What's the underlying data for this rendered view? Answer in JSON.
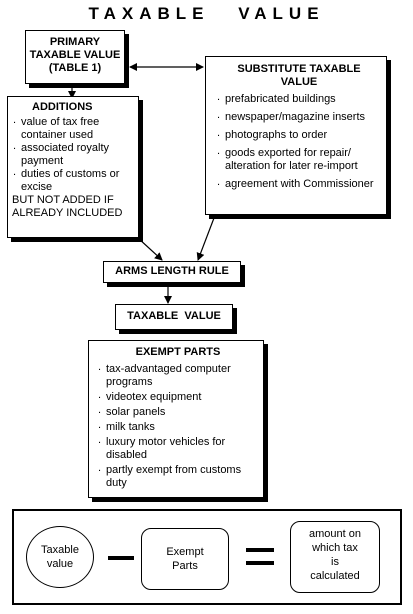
{
  "title": "TAXABLE   VALUE",
  "primary": {
    "line1": "PRIMARY",
    "line2": "TAXABLE VALUE",
    "line3": "(TABLE 1)"
  },
  "substitute": {
    "heading1": "SUBSTITUTE TAXABLE",
    "heading2": "VALUE",
    "items": [
      "prefabricated buildings",
      "newspaper/magazine inserts",
      "photographs to order",
      "goods exported for repair/ alteration for later re-import",
      "agreement with Commissioner"
    ]
  },
  "additions": {
    "heading": "ADDITIONS",
    "items": [
      "value of tax free container used",
      "associated royalty payment",
      "duties of customs or excise"
    ],
    "note_line1": "BUT NOT ADDED IF",
    "note_line2": "ALREADY INCLUDED"
  },
  "arms_length": "ARMS LENGTH RULE",
  "taxable_value": "TAXABLE  VALUE",
  "exempt": {
    "heading": "EXEMPT PARTS",
    "items": [
      "tax-advantaged computer programs",
      "videotex equipment",
      "solar panels",
      "milk tanks",
      "luxury motor vehicles for disabled",
      "partly exempt from customs duty"
    ]
  },
  "equation": {
    "left_line1": "Taxable",
    "left_line2": "value",
    "middle_line1": "Exempt",
    "middle_line2": "Parts",
    "right_line1": "amount on",
    "right_line2": "which tax",
    "right_line3": "is",
    "right_line4": "calculated"
  }
}
